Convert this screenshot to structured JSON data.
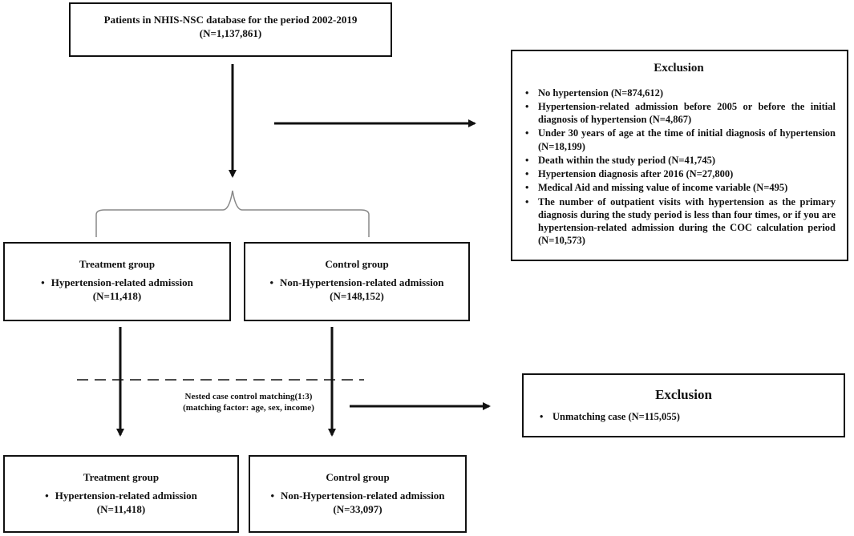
{
  "source": {
    "line1": "Patients in NHIS-NSC database for the period 2002-2019",
    "line2": "(N=1,137,861)"
  },
  "exclusion1": {
    "title": "Exclusion",
    "items": [
      "No hypertension (N=874,612)",
      "Hypertension-related admission before 2005 or before the initial diagnosis of hypertension (N=4,867)",
      "Under 30 years of age at the time of initial diagnosis of hypertension (N=18,199)",
      "Death within the study period (N=41,745)",
      "Hypertension diagnosis after 2016 (N=27,800)",
      "Medical Aid and missing value of income variable (N=495)",
      "The number of outpatient visits with hypertension as the primary diagnosis during the study period is less than four times, or if you are hypertension-related admission during the COC calculation period (N=10,573)"
    ]
  },
  "treatment_before": {
    "title": "Treatment group",
    "item": "Hypertension-related admission",
    "count": "(N=11,418)"
  },
  "control_before": {
    "title": "Control group",
    "item": "Non-Hypertension-related admission",
    "count": "(N=148,152)"
  },
  "matching": {
    "line1": "Nested case control matching(1:3)",
    "line2": "(matching factor: age, sex, income)"
  },
  "exclusion2": {
    "title": "Exclusion",
    "item": "Unmatching case (N=115,055)"
  },
  "treatment_after": {
    "title": "Treatment group",
    "item": "Hypertension-related admission",
    "count": "(N=11,418)"
  },
  "control_after": {
    "title": "Control group",
    "item": "Non-Hypertension-related admission",
    "count": "(N=33,097)"
  },
  "colors": {
    "line": "#111111",
    "bracket": "#888888",
    "background": "#ffffff"
  }
}
